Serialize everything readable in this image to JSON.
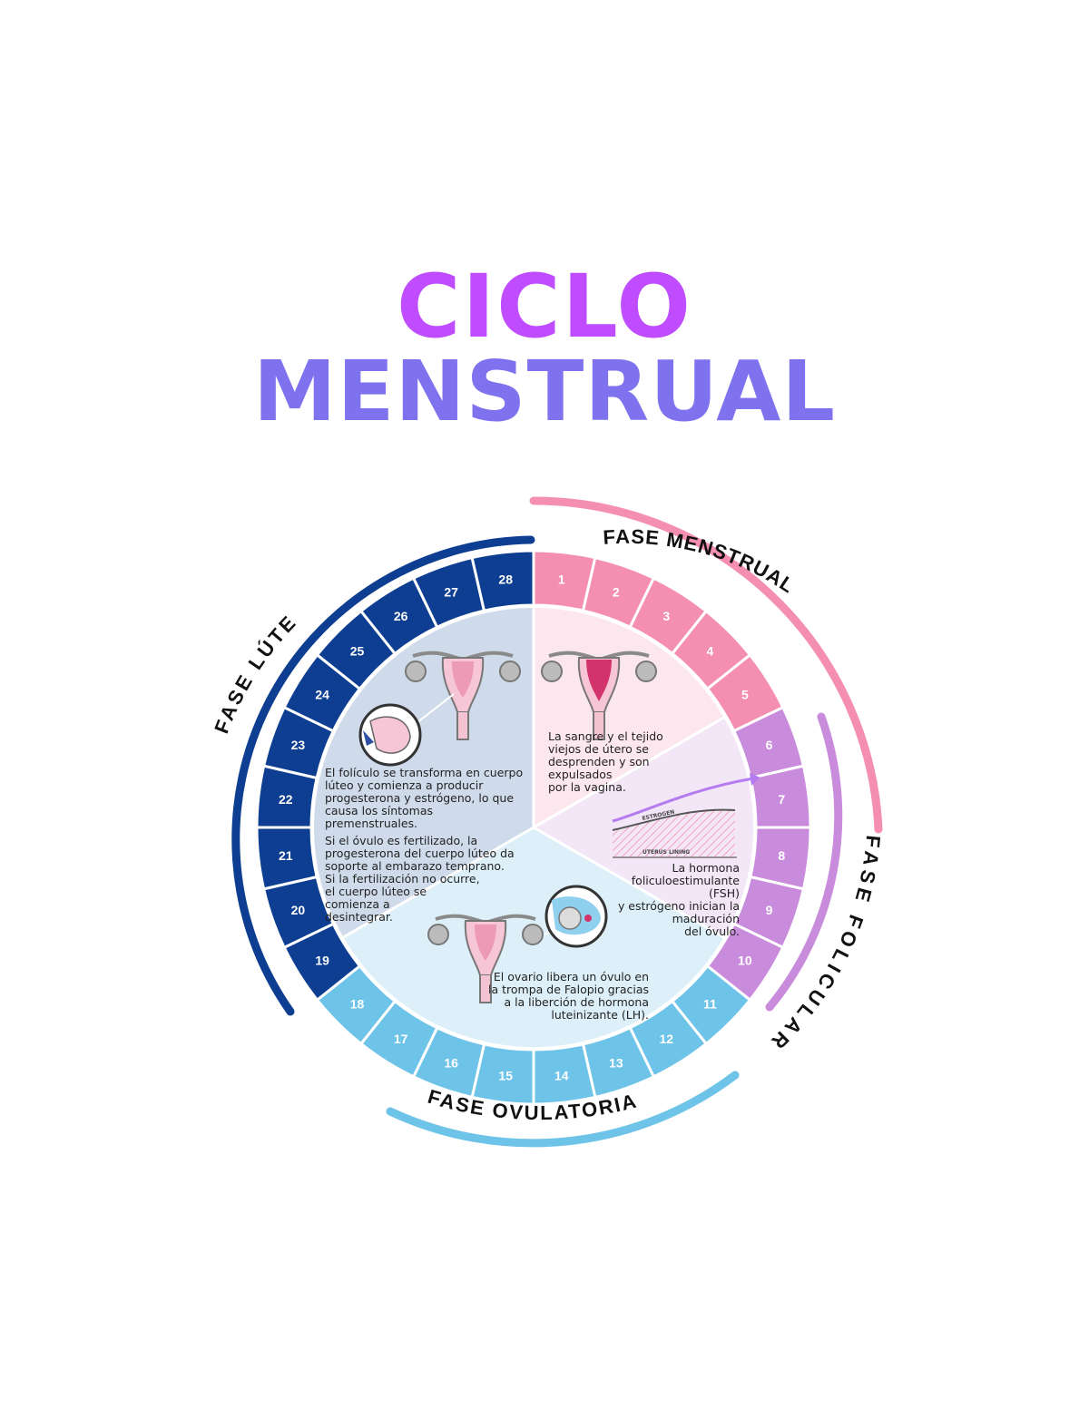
{
  "title": {
    "line1": "CICLO",
    "line2": "MENSTRUAL"
  },
  "phases": {
    "menstrual": "FASE MENSTRUAL",
    "follicular": "FASE FOLICULAR",
    "ovulatory": "FASE OVULATORIA",
    "luteal": "FASE LÚTEA"
  },
  "colors": {
    "menstrual": "#f48fb1",
    "follicular": "#c98bdc",
    "ovulatory": "#6ec3e8",
    "luteal": "#0d3e91",
    "title_top": "#bf4dff",
    "title_bottom": "#7f72ee"
  },
  "days": [
    "1",
    "2",
    "3",
    "4",
    "5",
    "6",
    "7",
    "8",
    "9",
    "10",
    "11",
    "12",
    "13",
    "14",
    "15",
    "16",
    "17",
    "18",
    "19",
    "20",
    "21",
    "22",
    "23",
    "24",
    "25",
    "26",
    "27",
    "28"
  ],
  "texts": {
    "menstrual": "La sangre y el tejido\nviejos de útero se\ndesprenden y son\nexpulsados\npor la vagina.",
    "follicular": "La hormona\nfoliculoestimulante (FSH)\ny estrógeno inician la\nmaduración\ndel óvulo.",
    "ovulatory": "El ovario libera un óvulo en\nla trompa de Falopio gracias\na la liberción de hormona\nluteinizante (LH).",
    "luteal_1": "El folículo se transforma en cuerpo\nlúteo y comienza a producir\nprogesterona y estrógeno, lo que\ncausa los síntomas\npremenstruales.",
    "luteal_2": "Si el óvulo es fertilizado, la\nprogesterona del cuerpo lúteo da\nsoporte al embarazo temprano.\nSi la fertilización no ocurre,\nel cuerpo lúteo se\ncomienza a\ndesintegrar."
  },
  "hormone_graph": {
    "estrogen_label": "ESTROGEN",
    "lining_label": "UTERUS LINING"
  },
  "icons": [
    "uterus-icon",
    "uterus-icon",
    "uterus-icon",
    "ovary-follicle-icon",
    "ovary-egg-icon",
    "trend-arrow-icon"
  ]
}
